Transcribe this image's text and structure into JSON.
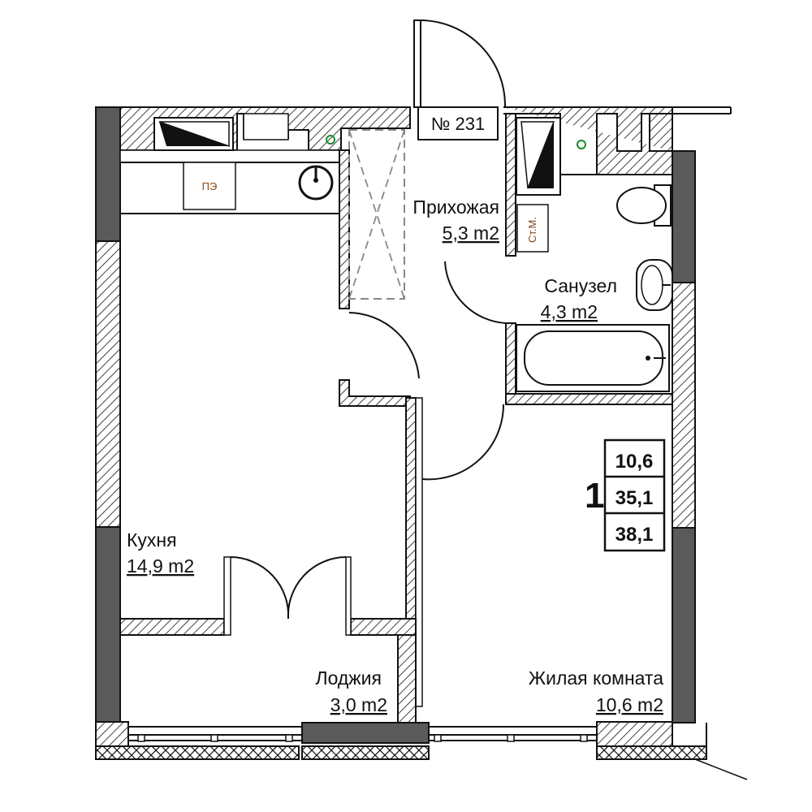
{
  "apartment": {
    "number_label": "№ 231",
    "rooms_count": "1",
    "areas": [
      "10,6",
      "35,1",
      "38,1"
    ]
  },
  "rooms": {
    "hallway": {
      "name": "Прихожая",
      "area": "5,3 m2"
    },
    "bathroom": {
      "name": "Санузел",
      "area": "4,3 m2"
    },
    "kitchen": {
      "name": "Кухня",
      "area": "14,9 m2"
    },
    "loggia": {
      "name": "Лоджия",
      "area": "3,0 m2"
    },
    "living": {
      "name": "Жилая комната",
      "area": "10,6 m2"
    }
  },
  "tags": {
    "stove": "ПЭ",
    "riser": "Ст.М."
  },
  "colors": {
    "wall_dark": "#5a5a5a",
    "wall_outline": "#111111",
    "hatch": "#111111",
    "tag_text": "#8a4a1a",
    "marker": "#1a8a2a",
    "dashed": "#888888"
  }
}
